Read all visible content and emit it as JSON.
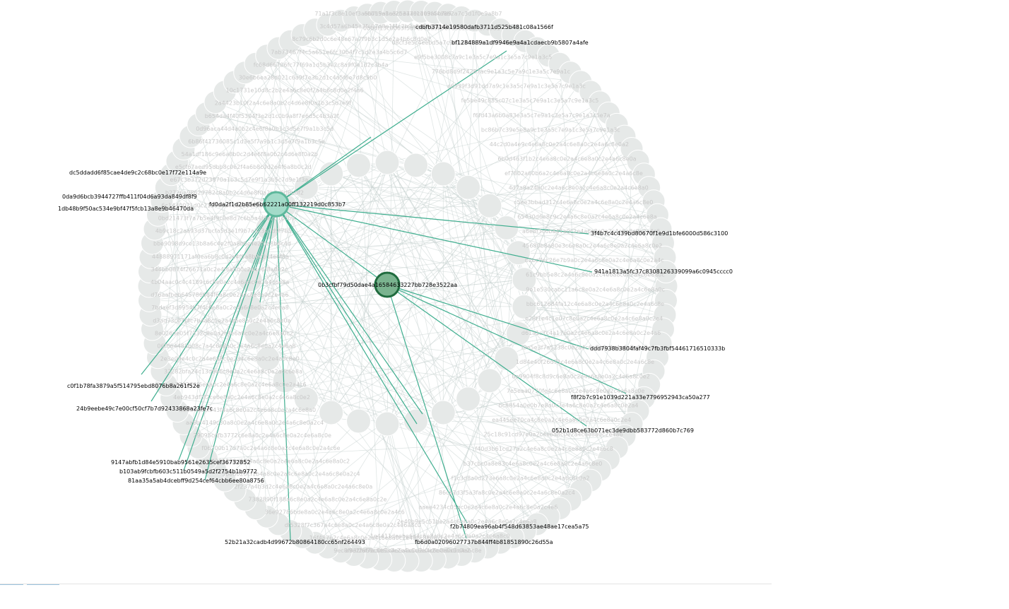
{
  "graph": {
    "colors": {
      "highlight_edge": "#3fae8f",
      "faint_edge": "#c7d1cf",
      "node_fill": "#e6e9e8",
      "node_stroke": "#ffffff",
      "hub_fill": "#a3dbc9",
      "hub_stroke": "#5db89c",
      "center_fill": "#7ab38f",
      "center_stroke": "#1f6b3e",
      "ghost_text": "#c9c9c9"
    },
    "center": {
      "id": "0b3cfbf79d50dae4a16584633227bb728e3522aa"
    },
    "hub": {
      "id": "fd0da2f1d2b85e6b62221a00ff132219d0c853b7"
    },
    "highlighted_nodes": [
      "cdbfb3714e19580dafb3711d525b481c08a1566f",
      "bf1284889a1df9946e9a4a1cdaecb9b5807a4afe",
      "dc5ddadd6f85cae4de9c2c68bc0e17f72e114a9e",
      "0da9d6bcb3944727ffb411f04d6a93da849df8f9",
      "1db48b9f50ac534e9bf47f5fcb13a8e9b46470da",
      "3f4b7c4c439bd80670f1e9d1bfe6000d586c3100",
      "941a1813a5fc37c8308126339099a6c0945cccc0",
      "ddd7938b3804faf49c7fb3fbf54461716510333b",
      "c0f1b78fa3879a5f514795ebd8076b8a261f52e",
      "24b9eebe49c7e00cf50cf7b7d92433868a23fe7c",
      "f8f2b7c91e1039d221a33e7796952943ca50a277",
      "052b1d8ce63b071ec3de9dbb583772d860b7c769",
      "9147abfb1d84e5910bab9561e2635cef36732852",
      "b103ab9fcbfb603c511b0549a5d2f2754b1b9772",
      "81aa35a5ab4dcebff9d254cef64cbb6ee80a8756",
      "f2b74809ea96ab4f548d63853ae48ae17cea5a75",
      "52b21a32cadb4d99672b80864180cc65nf264493",
      "fb6d0a02096027737b844ff4b81851890c26d55a"
    ],
    "faint_labels": [
      "e6b55a8ce2b3a7c1d09f44e8b2a7c3d1f0e9a8b7",
      "3c4d57a6b45a3fe07d8e1f4c2b9a0d7e6f5c4b3a",
      "8c79c6b2d0c6e48e67a7f9b3c1d5e2a4b6c8d0e2",
      "7ab73467f4c5a651e6fc30b4f7c1d2e3a4b5c6d7",
      "fc68d66706fc77f69a1d5b3e2c8a9f0e1d2c3b4a",
      "30e6b6ea28d021c6a9f7e3b2d1c4a5f6e7d8c9b0",
      "10c1731e10d8c2b2e4a6c8e0f2a4b6c8d0e2f4a6",
      "2a4423b10f2a4c6e8a0b2c4d6e8f0a1b3c5d7e9f",
      "b654da4f40f5304f3e2d1c0b9a8f7e6d5c4b3a2f",
      "0d96aca44d4a0b2c4e6f8a0b1c3d5e7f9a1b3c5d",
      "6b86f41736085c1d3e5f7a9b1c3d5e7f9a1b3c5e",
      "54a1df186c9e6a8b0c2d4e6f8a0b2c4d6e8f0a2b",
      "e5cf67aed95dbb8c0e2f4a6b8c0d2e4f6a8b0c2d",
      "e67c3b372d23870a1b3c5d7e9f1a3b5c7d9e1f3a",
      "b2726a98629782c8a0b2c4d6e8f0a2b4c6d8e0f2",
      "6c1440071d0c2127e6b7c8d9e0f1a2b3c4d5e6f7",
      "0bd21473f7a7b5e4f9c0e8d7c6b5a4f3e2d1c0b9",
      "4b9c18c2aa93d37bcfa5d3e1f9b7a5c3e1d9f7b5",
      "bbe9098d9ce13b8a6c4e2f0a8b6c4e2f0a8b6c4d",
      "44888971171af0ea6b8c0d2e4f6a8b0c2d4e6f8a",
      "344bb0874f26671a0c2e4f6a8b0c2d4e6f8a0b2c",
      "4b04aac0c4c4189c6c8e0a2c4e6a8c0e2a4c6e8a",
      "d76aafbeb6457866d4f6a8c0e2a4c6e8a0c2e4a6",
      "7bdaef3d9954b7f4c6e8a0c2e4a6c8e0a2c4e6a8",
      "d3ad73c07f4c7b4a8c0e2a4c6e8a0c2e4a6c8e0a",
      "8e026de05f7332c8e0a2c4e6a8c0e2a4c6e8a0c2",
      "06f064485b08c7a4c6e8a0c2e4a6c8e0a2c4e6a8",
      "2e3e09e4c0c2a4e6a8c0e2a4c6e8a0c2e4a6c8e0",
      "32282bfa24c13d9a6c8e0a2c4e6a8c0e2a4c6e8a",
      "cb770272f6e4a0c2e4a6c8e0a2c4e6a8c0e2a4c6",
      "4eb943df3f2ce6e8a0c2e4a6c8e0a2c4e6a8c0e2",
      "a1039e8cf343f4a6c8e0a2c4e6a8c0e2a4c6e8a0",
      "aa6bf4149c30a8c0e2a4c6e8a0c2e4a6c8e0a2c4",
      "29095cdfb3772c6e8a0c2e4a6c8e0a2c4e6a8c0e",
      "f06200b17d7a0c2e4a6c8e0a2c4e6a8c0e2a4c6e",
      "4201230d58f4a6c8e0a2c4e6a8c0e2a4c6e8a0c2",
      "3b8d020cf1b4a8c0e2a4c6e8a0c2e4a6c8e0a2c4",
      "2f237a4b3d2c4e6a8c0e2a4c6e8a0c2e4a6c8e0a",
      "7382890f188a6c8e0a2c4e6a8c0e2a4c6e8a0c2e",
      "36e92786bde8a0c2e4a6c8e0a2c4e6a8c0e2a4c6",
      "df5328f7c367a4c6e8a0c2e4a6c8e0a2c4e6a8c0",
      "16f487b2c4e6a8c0e2a4c6e8a0c2e4a6c8e0a2c4",
      "a9e2f6f7ac0b2c4e6a8c0e2a4c6e8a0c2e4a6c8e",
      "71a1f3c8e10ef3a5b7c9e1a3c5e7a9c1e3a5c7e9",
      "0b0df13c0063f5a7c9e1a3c5e7a9c1e3a5c7e9a1",
      "08cf3e5c4eebd5a7c9e1a3c5e7a9c1e3a5c7e9a3",
      "e9f5be3008c7a9c1e3a5c7e9a1c3e5a7c9e1a3c5",
      "776bd8d9f24287ac9e1a3c5e7a9c1e3a5c7e9a1c",
      "c6939f3d91dd7a9c1e3a5c7e9a1c3e5a7c9e1a3c",
      "fe5be49c855c07c1e3a5c7e9a1c3e5a7c9e1a3c5",
      "f6fd43a6b0a83e3a5c7e9a1c3e5a7c9e1a3c5e7a",
      "bc86b7c39e5e8a9c1e3a5c7e9a1c3e5a7c9e1a3c",
      "44c2d0a4e9c4e6a8c0e2a4c6e8a0c2e4a6c8e0a2",
      "6b0d463f1b2c4e6a8c0e2a4c6e8a0c2e4a6c8e0a",
      "ef7802a60b6a2c4e6a8c0e2a4c6e8a0c2e4a6c8e",
      "4d7a8a24b0c2e4a6c8e0a2c4e6a8c0e2a4c6e8a0",
      "c5ee3bbad312c4e6a8c0e2a4c6e8a0c2e4a6c8e0",
      "65430d6e8c9c2e4a6c8e0a2c4e6a8c0e2a4c6e8a",
      "a6e8f3c6b841a0c2e4a6c8e0a2c4e6a8c0e2a4c6",
      "45680b8a80e3c6e8a0c2e4a6c8e0a2c4e6a8c0e2",
      "b2bc8ec26e7b9a0c2e4a6c8e0a2c4e6a8c0e2a4c",
      "61c9bb5e8c2e4a6c8e0a2c4e6a8c0e2a4c6e8a0c",
      "9e1e530cabc11a6c8e0a2c4e6a8c0e2a4c6e8a0c",
      "bbc612684fa12c4e6a8c0e2a4c6e8a0c2e4a6c8e",
      "e28f1e4c1e07c8e0a2c4e6a8c0e2a4c6e8a0c2e4",
      "d61a1c7c4a17e0a2c4e6a8c0e2a4c6e8a0c2e4a6",
      "f9e5e3f7a5238c0e2a4c6e8a0c2e4a6c8e0a2c4e",
      "1d84e40f26d71c4e6a8c0e2a4c6e8a0c2e4a6c8e",
      "0e9904f8c8d9c6e8a0c2e4a6c8e0a2c4e6a8c0e2",
      "7e5eaa0770fe4c6e8a0c2e4a6c8e0a2c4e6a8c0e",
      "bc8854a0e0b7e8a0c2e4a6c8e0a2c4e6a8c0e2a4",
      "ea445ee70ca4c8e0a2c4e6a8c0e2a4c6e8a0c2e4",
      "25c18c91cd97e0a2c4e6a8c0e2a4c6e8a0c2e4a6",
      "f40d3b61cd27a2c4e6a8c0e2a4c6e8a0c2e4a6c8",
      "b37cbc0a8e83c4e6a8c0e2a4c6e8a0c2e4a6c8e0",
      "f1c3d8a0d273e6a8c0e2a4c6e8a0c2e4a6c8e0a2",
      "86ca7d3f5a3fa8c0e2a4c6e8a0c2e4a6c8e0a2c4",
      "aaee4234c05ac0e2a4c6e8a0c2e4a6c8e0a2c4e6",
      "2e40b9e5c51be2a4c6e8a0c2e4a6c8e0a2c4e6a8",
      "1e4411deebe6a4c6e8a0c2e4a6c8e0a2c4e6a8c0",
      "9ec8f83f2a68c6e8a0c2e4a6c8e0a2c4e6a8c0e2"
    ]
  }
}
